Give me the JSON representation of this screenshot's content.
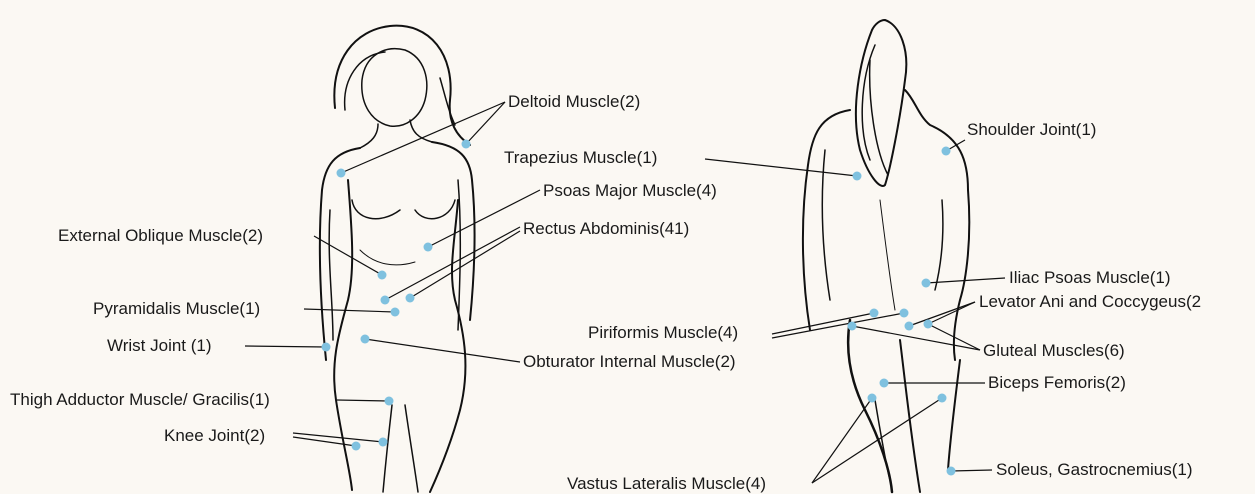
{
  "front_labels": {
    "deltoid": "Deltoid Muscle(2)",
    "psoas_major": "Psoas Major Muscle(4)",
    "external_oblique": "External Oblique Muscle(2)",
    "rectus_abdominis": "Rectus Abdominis(41)",
    "pyramidalis": "Pyramidalis Muscle(1)",
    "wrist_joint": "Wrist Joint (1)",
    "obturator_internal": "Obturator Internal Muscle(2)",
    "thigh_adductor": "Thigh Adductor Muscle/ Gracilis(1)",
    "knee_joint": "Knee Joint(2)"
  },
  "back_labels": {
    "trapezius": "Trapezius Muscle(1)",
    "shoulder_joint": "Shoulder Joint(1)",
    "iliac_psoas": "Iliac Psoas Muscle(1)",
    "levator_ani": "Levator Ani and Coccygeus(2",
    "piriformis": "Piriformis Muscle(4)",
    "gluteal": "Gluteal Muscles(6)",
    "biceps_femoris": "Biceps Femoris(2)",
    "vastus_lateralis": "Vastus Lateralis Muscle(4)",
    "soleus": "Soleus, Gastrocnemius(1)"
  },
  "colors": {
    "marker": "#7fc1df",
    "outline": "#111111",
    "background": "#fbf8f3"
  }
}
